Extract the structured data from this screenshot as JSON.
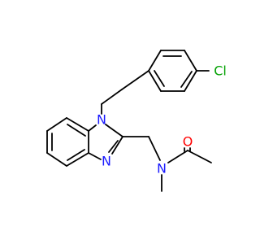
{
  "molecule": {
    "atoms": {
      "chlorine": "Cl",
      "n_ring": "N",
      "n_imine": "N",
      "n_amide": "N",
      "oxygen": "O"
    },
    "colors": {
      "bond": "#000000",
      "chlorine": "#00a000",
      "nitrogen": "#1a1aff",
      "oxygen": "#ff0000"
    }
  }
}
